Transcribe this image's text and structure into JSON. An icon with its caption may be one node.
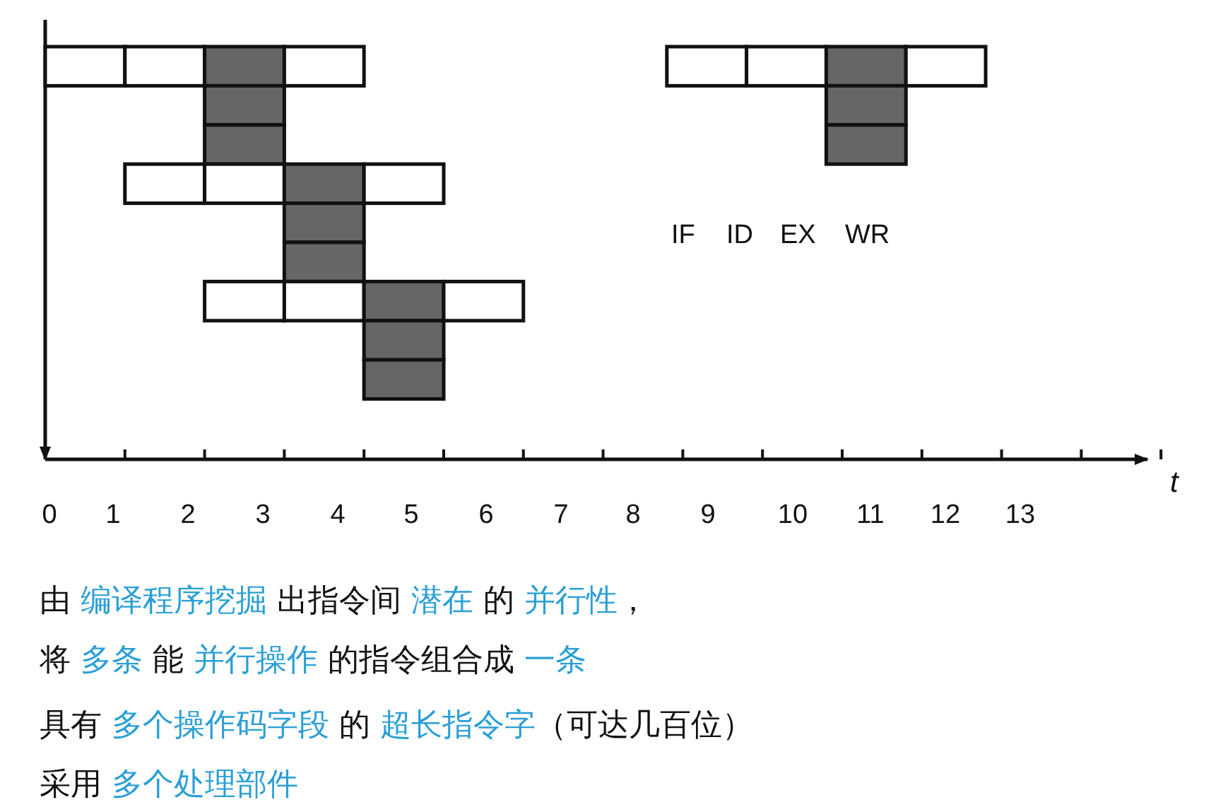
{
  "diagram": {
    "labels": [
      "0",
      "1",
      "2",
      "3",
      "4",
      "5",
      "6",
      "7",
      "8",
      "9",
      "10",
      "11",
      "12",
      "13",
      "t",
      "IF",
      "ID",
      "EX",
      "WR",
      "由 **编译程序挖掘** 出指令间 **潜在** 的 **并行性**，",
      "将 **多条** 能 **并行操作** 的指令组合成 **一条**",
      "具有 **多个操作码字段** 的 **超长指令字**（可达几百位）",
      "采用 **多个处理部件**"
    ]
  }
}
